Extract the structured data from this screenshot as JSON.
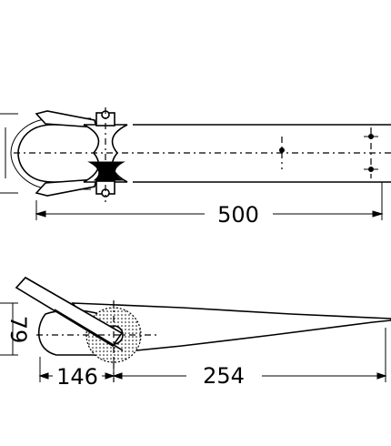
{
  "diagram": {
    "dimensions": {
      "top_length": "500",
      "bottom_height": "79",
      "bottom_front": "146",
      "bottom_rear": "254"
    }
  }
}
